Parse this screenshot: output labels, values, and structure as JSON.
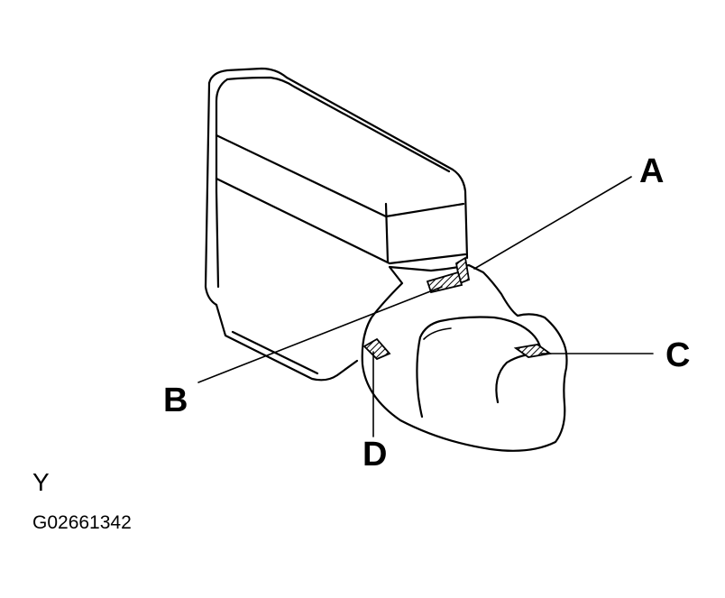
{
  "diagram": {
    "callouts": {
      "a": "A",
      "b": "B",
      "c": "C",
      "d": "D"
    },
    "view_letter": "Y",
    "figure_code": "G02661342"
  },
  "colors": {
    "line": "#000000",
    "background": "#ffffff"
  }
}
